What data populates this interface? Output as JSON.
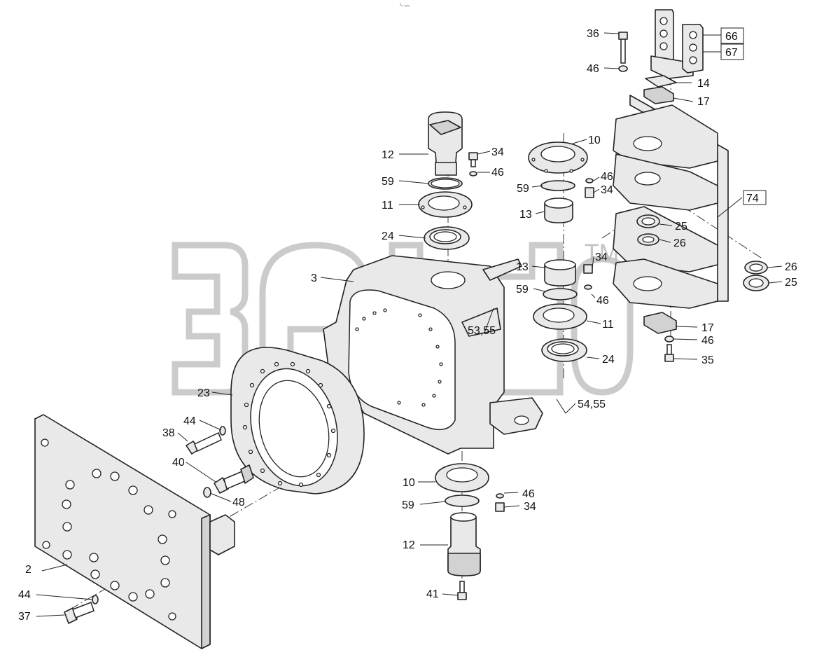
{
  "header": {
    "mark": "ⁿ₀ ₀₀₀"
  },
  "watermark": {
    "text": "3ate",
    "trademark": "TM",
    "color": "#b9b9b9"
  },
  "colors": {
    "line": "#222222",
    "fill": "#e9e9e9",
    "background": "#ffffff"
  },
  "labels": {
    "l36": "36",
    "l46a": "46",
    "l66": "66",
    "l67": "67",
    "l14": "14",
    "l17a": "17",
    "l10a": "10",
    "l12a": "12",
    "l34a": "34",
    "l46b": "46",
    "l59a": "59",
    "l11a": "11",
    "l24a": "24",
    "l46c": "46",
    "l59b": "59",
    "l34b": "34",
    "l13a": "13",
    "l74": "74",
    "l25a": "25",
    "l26a": "26",
    "l13b": "13",
    "l34c": "34",
    "l3": "3",
    "l59c": "59",
    "l46d": "46",
    "l11b": "11",
    "l26b": "26",
    "l25b": "25",
    "l5355": "53,55",
    "l17b": "17",
    "l46e": "46",
    "l24b": "24",
    "l35": "35",
    "l23": "23",
    "l5455": "54,55",
    "l44a": "44",
    "l38": "38",
    "l40": "40",
    "l48": "48",
    "l10b": "10",
    "l46f": "46",
    "l59d": "59",
    "l34d": "34",
    "l12b": "12",
    "l2": "2",
    "l44b": "44",
    "l41": "41",
    "l37": "37"
  }
}
